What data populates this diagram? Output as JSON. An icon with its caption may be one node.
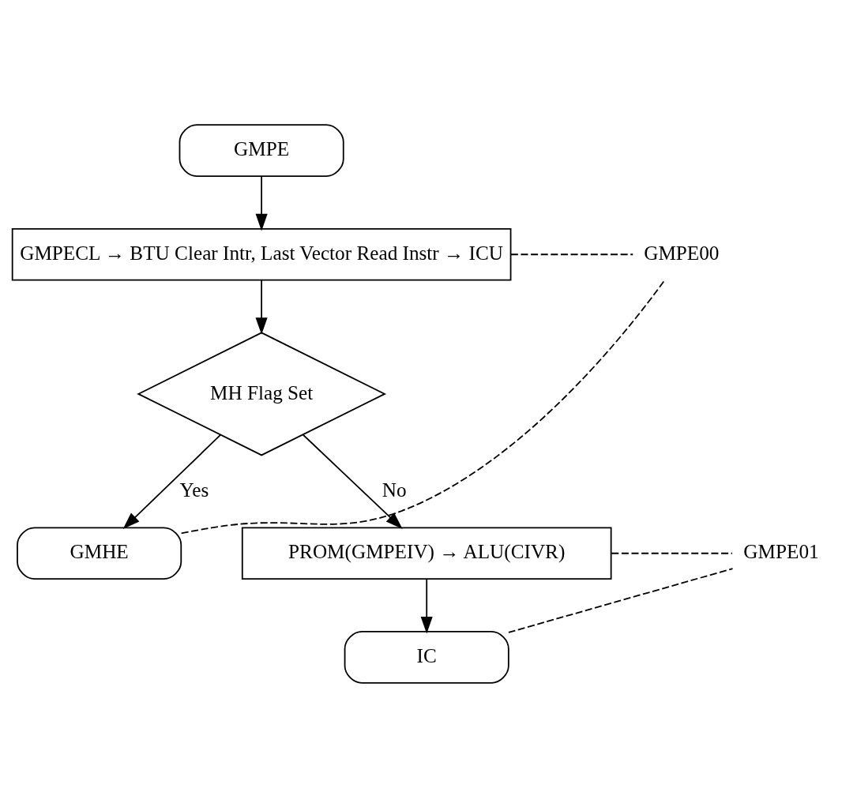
{
  "diagram": {
    "nodes": [
      {
        "text": [
          "GMPE"
        ]
      },
      {
        "text": [
          "GMPECL → BTU Clear Intr, Last Vector Read Instr → ICU"
        ]
      },
      {
        "text": [
          "MH Flag Set"
        ]
      },
      {
        "text": [
          "GMHE"
        ]
      },
      {
        "text": [
          "PROM(GMPEIV) → ALU(CIVR)"
        ]
      },
      {
        "text": [
          "IC"
        ]
      },
      {
        "text": [
          "GMPE00"
        ]
      },
      {
        "text": [
          "GMPE01"
        ]
      }
    ],
    "edges": [
      {
        "from": 0,
        "to": 1,
        "arrow": "to"
      },
      {
        "from": 1,
        "to": 2,
        "arrow": "to"
      },
      {
        "from": 2,
        "to": 3,
        "arrow": "to",
        "label": "Yes"
      },
      {
        "from": 2,
        "to": 4,
        "arrow": "to",
        "label": "No"
      },
      {
        "from": 4,
        "to": 5,
        "arrow": "to"
      },
      {
        "from": 1,
        "to": 6,
        "arrow": "none",
        "style": "dashed"
      },
      {
        "from": 3,
        "to": 6,
        "arrow": "none",
        "style": "dashed"
      },
      {
        "from": 4,
        "to": 7,
        "arrow": "none",
        "style": "dashed"
      },
      {
        "from": 5,
        "to": 7,
        "arrow": "none",
        "style": "dashed"
      }
    ]
  }
}
